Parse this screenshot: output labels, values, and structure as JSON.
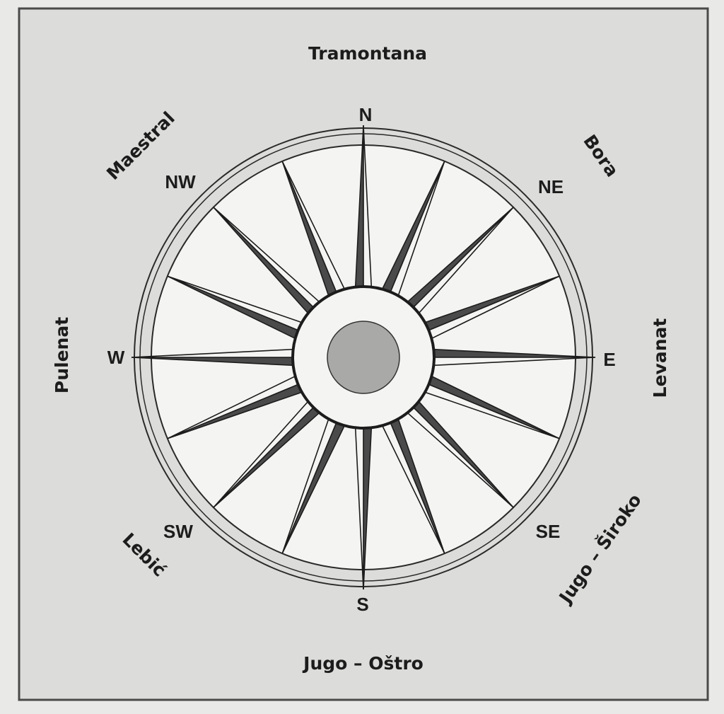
{
  "directions": {
    "n": "N",
    "ne": "NE",
    "e": "E",
    "se": "SE",
    "s": "S",
    "sw": "SW",
    "w": "W",
    "nw": "NW"
  },
  "winds": {
    "n": "Tramontana",
    "ne": "Bora",
    "e": "Levanat",
    "se": "Jugo – Široko",
    "s": "Jugo – Oštro",
    "sw": "Lebić",
    "w": "Pulenat",
    "nw": "Maestral"
  },
  "colors": {
    "background": "#e9e9e7",
    "frame_fill": "#dcdcda",
    "rose_fill": "#f4f4f2",
    "ink": "#1c1c1c",
    "dark_half": "#4a4a4a",
    "center_dot": "#a9a9a7"
  }
}
